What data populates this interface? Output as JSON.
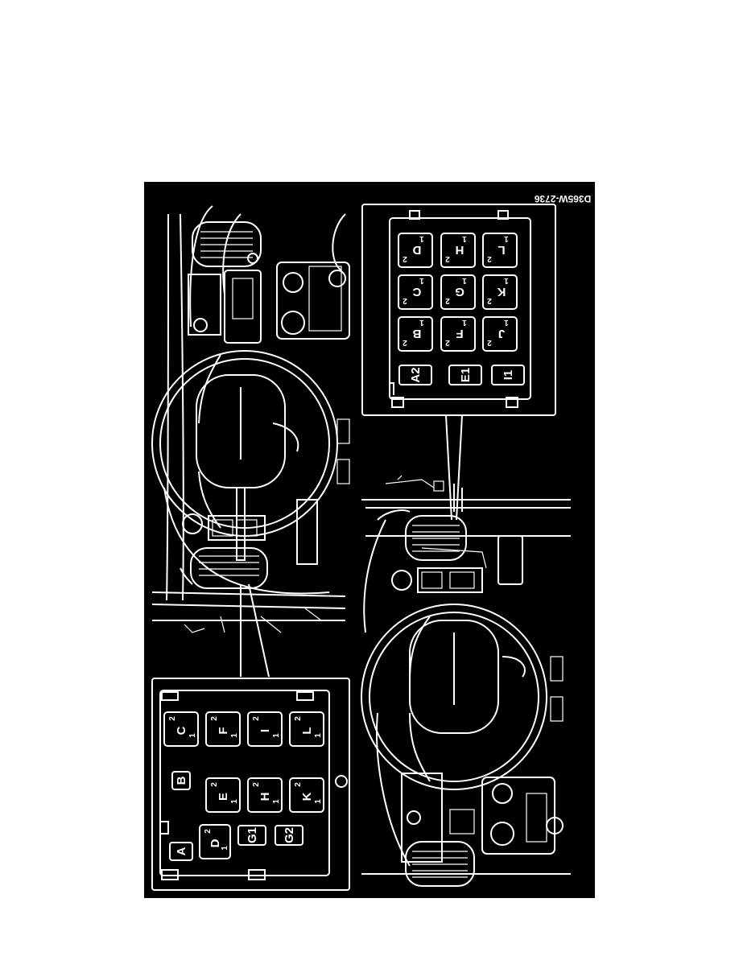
{
  "figure_code": "D365W-2736",
  "upper_fuse_box": {
    "fuses": [
      {
        "letter": "D",
        "pin1": "1",
        "pin2": "2"
      },
      {
        "letter": "H",
        "pin1": "1",
        "pin2": "2"
      },
      {
        "letter": "L",
        "pin1": "1",
        "pin2": "2"
      },
      {
        "letter": "C",
        "pin1": "1",
        "pin2": "2"
      },
      {
        "letter": "G",
        "pin1": "1",
        "pin2": "2"
      },
      {
        "letter": "K",
        "pin1": "1",
        "pin2": "2"
      },
      {
        "letter": "B",
        "pin1": "1",
        "pin2": "2"
      },
      {
        "letter": "F",
        "pin1": "1",
        "pin2": "2"
      },
      {
        "letter": "J",
        "pin1": "1",
        "pin2": "2"
      }
    ],
    "relays": [
      "A2",
      "E1",
      "I1"
    ]
  },
  "lower_fuse_box": {
    "fuses": [
      {
        "letter": "C",
        "pin1": "1",
        "pin2": "2"
      },
      {
        "letter": "F",
        "pin1": "1",
        "pin2": "2"
      },
      {
        "letter": "I",
        "pin1": "1",
        "pin2": "2"
      },
      {
        "letter": "L",
        "pin1": "1",
        "pin2": "2"
      },
      {
        "letter": "E",
        "pin1": "1",
        "pin2": "2"
      },
      {
        "letter": "H",
        "pin1": "1",
        "pin2": "2"
      },
      {
        "letter": "K",
        "pin1": "1",
        "pin2": "2"
      },
      {
        "letter": "D",
        "pin1": "1",
        "pin2": "2"
      }
    ],
    "relays": [
      "A",
      "B",
      "G1",
      "G2"
    ]
  }
}
